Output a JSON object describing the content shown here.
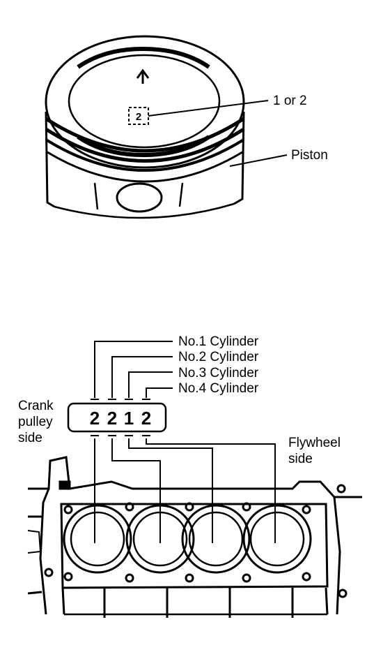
{
  "piston_view": {
    "crown_mark": "2",
    "mark_label": "1 or 2",
    "piston_label": "Piston"
  },
  "block_view": {
    "cylinder_labels": [
      "No.1 Cylinder",
      "No.2 Cylinder",
      "No.3 Cylinder",
      "No.4 Cylinder"
    ],
    "stamped_codes": [
      "2",
      "2",
      "1",
      "2"
    ],
    "crank_side_label": [
      "Crank",
      "pulley",
      "side"
    ],
    "flywheel_side_label": [
      "Flywheel",
      "side"
    ]
  },
  "colors": {
    "ink": "#000000",
    "paper": "#ffffff"
  }
}
